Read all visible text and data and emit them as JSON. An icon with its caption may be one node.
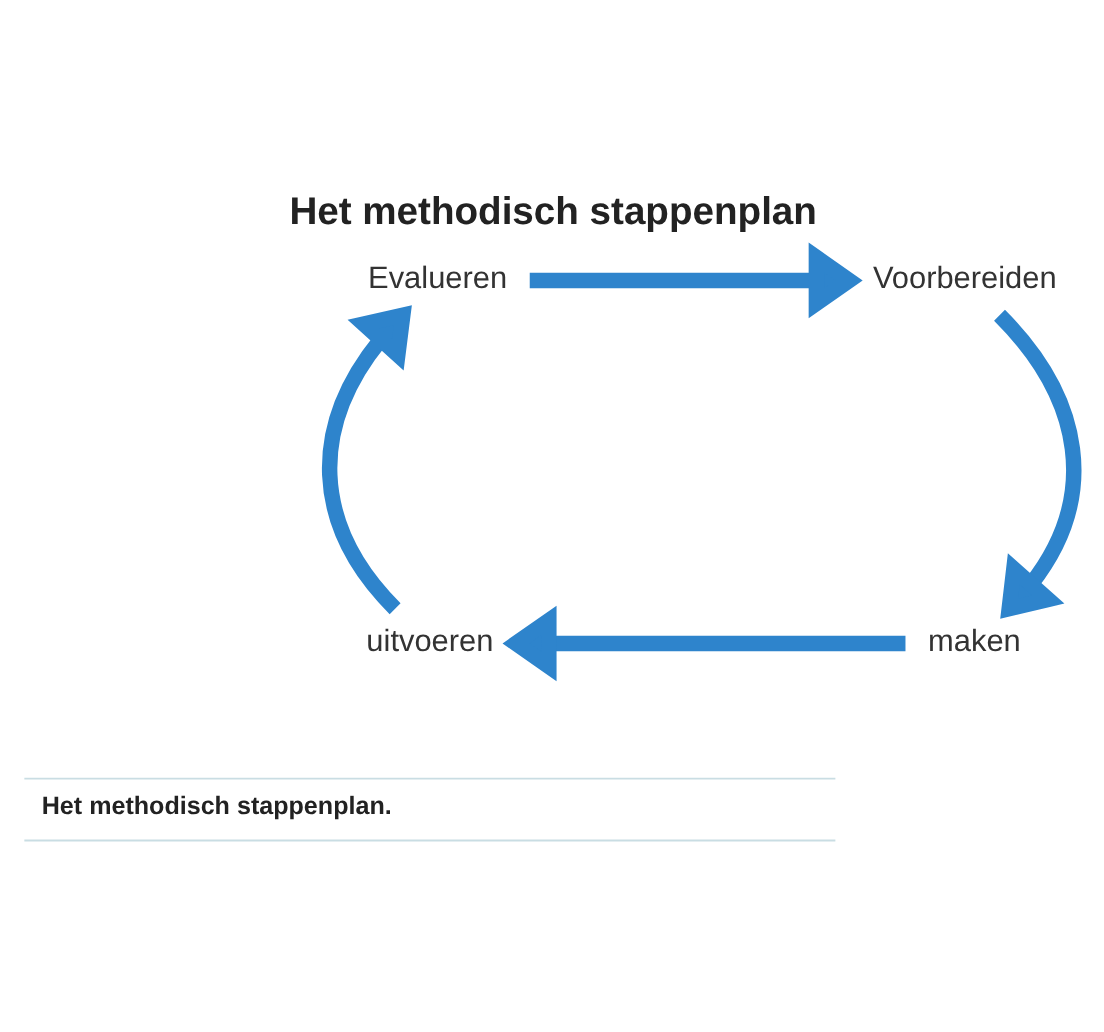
{
  "diagram": {
    "title": "Het methodisch stappenplan",
    "caption": "Het methodisch stappenplan.",
    "nodes": [
      {
        "text": [
          "Evalueren"
        ]
      },
      {
        "text": [
          "Voorbereiden"
        ]
      },
      {
        "text": [
          "maken"
        ]
      },
      {
        "text": [
          "uitvoeren"
        ]
      }
    ],
    "edges": [
      {
        "from": 0,
        "to": 1,
        "arrow": "to"
      },
      {
        "from": 1,
        "to": 2,
        "arrow": "to"
      },
      {
        "from": 2,
        "to": 3,
        "arrow": "to"
      },
      {
        "from": 3,
        "to": 0,
        "arrow": "to"
      }
    ]
  }
}
